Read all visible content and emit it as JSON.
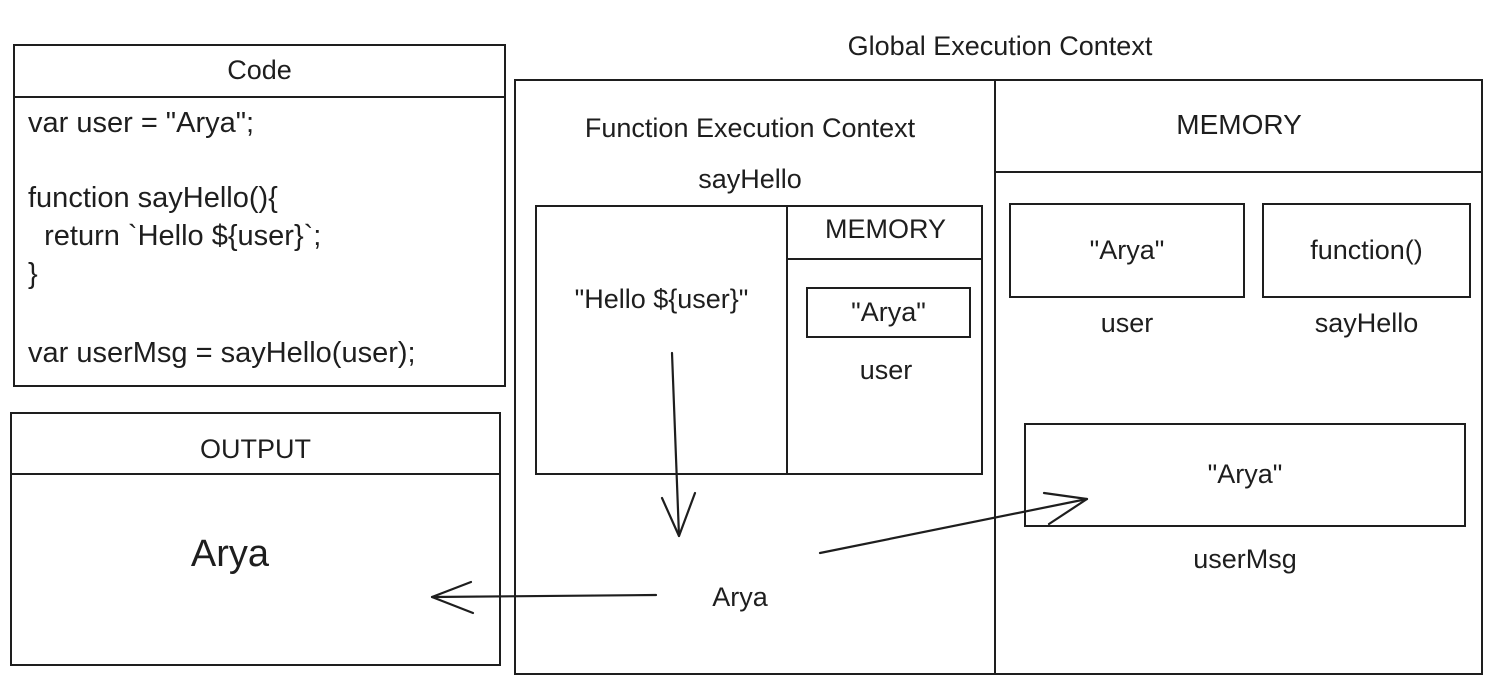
{
  "top_caption": "",
  "code_panel": {
    "title": "Code",
    "lines": [
      "var user = \"Arya\";",
      "function sayHello(){",
      "  return `Hello ${user}`;",
      "}",
      "var userMsg = sayHello(user);"
    ]
  },
  "output_panel": {
    "title": "OUTPUT",
    "value": "Arya"
  },
  "global_context": {
    "title": "Global Execution Context",
    "memory": {
      "title": "MEMORY",
      "cells": [
        {
          "value": "\"Arya\"",
          "name": "user"
        },
        {
          "value": "function()",
          "name": "sayHello"
        },
        {
          "value": "\"Arya\"",
          "name": "userMsg"
        }
      ]
    }
  },
  "function_context": {
    "title": "Function Execution Context",
    "subtitle": "sayHello",
    "execution_text": "\"Hello ${user}\"",
    "result": "Arya",
    "memory": {
      "title": "MEMORY",
      "cells": [
        {
          "value": "\"Arya\"",
          "name": "user"
        }
      ]
    }
  }
}
